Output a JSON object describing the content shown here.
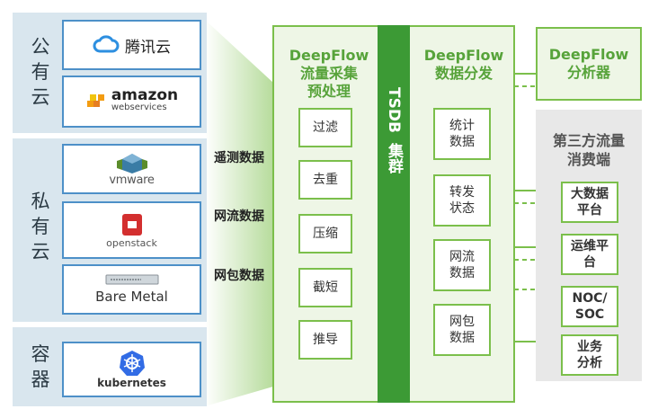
{
  "left": {
    "public_cloud": {
      "label": "公有云",
      "items": [
        {
          "name": "tencent-cloud",
          "text": "腾讯云"
        },
        {
          "name": "aws",
          "text": "amazon",
          "sub": "webservices"
        }
      ]
    },
    "private_cloud": {
      "label": "私有云",
      "items": [
        {
          "name": "vmware",
          "text": "vmware"
        },
        {
          "name": "openstack",
          "text": "openstack"
        },
        {
          "name": "bare-metal",
          "text": "Bare Metal"
        }
      ]
    },
    "container": {
      "label": "容器",
      "items": [
        {
          "name": "kubernetes",
          "text": "kubernetes"
        }
      ]
    }
  },
  "data_types": [
    "遥测数据",
    "网流数据",
    "网包数据"
  ],
  "collector": {
    "title_line1": "DeepFlow",
    "title_line2": "流量采集",
    "title_line3": "预处理",
    "steps": [
      "过滤",
      "去重",
      "压缩",
      "截短",
      "推导"
    ]
  },
  "tsdb": {
    "label": "TSDB",
    "sub": "集群"
  },
  "distributor": {
    "title_line1": "DeepFlow",
    "title_line2": "数据分发",
    "items": [
      {
        "line1": "统计",
        "line2": "数据"
      },
      {
        "line1": "转发",
        "line2": "状态"
      },
      {
        "line1": "网流",
        "line2": "数据"
      },
      {
        "line1": "网包",
        "line2": "数据"
      }
    ]
  },
  "analyzer": {
    "line1": "DeepFlow",
    "line2": "分析器"
  },
  "third_party": {
    "title_line1": "第三方流量",
    "title_line2": "消费端",
    "items": [
      {
        "line1": "大数据",
        "line2": "平台"
      },
      {
        "line1": "运维平",
        "line2": "台"
      },
      {
        "line1": "NOC/",
        "line2": "SOC"
      },
      {
        "line1": "业务",
        "line2": "分析"
      }
    ]
  },
  "colors": {
    "green": "#7bbf4b",
    "dark_green": "#3c9a35",
    "blue": "#4d90c8",
    "panel": "#d9e6ee"
  }
}
